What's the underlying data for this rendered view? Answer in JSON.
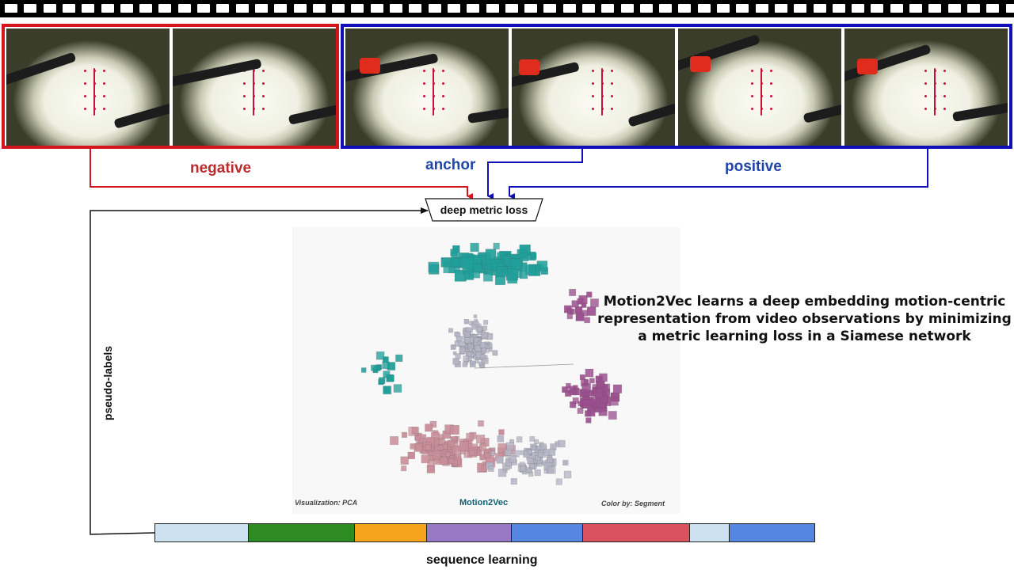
{
  "labels": {
    "negative": "negative",
    "anchor": "anchor",
    "positive": "positive",
    "loss": "deep metric loss",
    "pseudo_labels": "pseudo-labels",
    "sequence_learning": "sequence learning"
  },
  "description": "Motion2Vec learns a deep embedding motion-centric representation from video observations by minimizing a metric learning loss in a Siamese network",
  "embedding": {
    "visualization": "Visualization: PCA",
    "title": "Motion2Vec",
    "color_by": "Color by: Segment"
  },
  "colors": {
    "negative": "#d4161c",
    "anchor_positive": "#1010b8",
    "negative_text": "#b82c2c",
    "anchor_text": "#1f46a8",
    "cluster_teal": "#1f9f9a",
    "cluster_magenta": "#9b4f8f",
    "cluster_pink": "#c98e99",
    "cluster_grey": "#b4b4c4"
  },
  "frames": {
    "negative_count": 2,
    "anchor_positive_count": 4
  },
  "segments": [
    {
      "color": "#cde2f1",
      "fraction": 0.142
    },
    {
      "color": "#2e8a22",
      "fraction": 0.161
    },
    {
      "color": "#f5a41c",
      "fraction": 0.109
    },
    {
      "color": "#9678c4",
      "fraction": 0.129
    },
    {
      "color": "#5586e0",
      "fraction": 0.108
    },
    {
      "color": "#d9525e",
      "fraction": 0.162
    },
    {
      "color": "#cde2f1",
      "fraction": 0.06
    },
    {
      "color": "#5586e0",
      "fraction": 0.129
    }
  ]
}
